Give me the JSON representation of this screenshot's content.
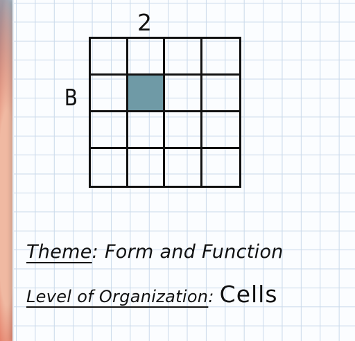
{
  "grid": {
    "column_label": "2",
    "row_label": "B",
    "rows": 4,
    "columns": 4,
    "selected_cell": {
      "row": 2,
      "column": 2
    },
    "selected_color": "#6f9aa6"
  },
  "theme": {
    "label": "Theme",
    "separator": ":",
    "value": "Form and Function"
  },
  "level": {
    "label": "Level of Organization",
    "separator": ":",
    "value": "Cells"
  }
}
